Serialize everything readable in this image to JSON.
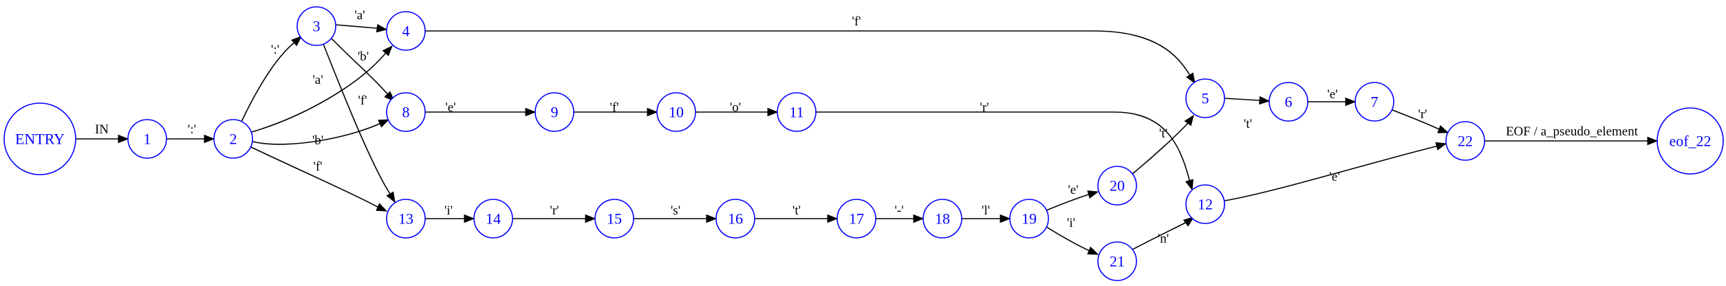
{
  "colors": {
    "node_stroke": "#0000ff",
    "node_text": "#0000ff",
    "edge": "#000000",
    "background": "#ffffff"
  },
  "nodes": [
    {
      "id": "ENTRY",
      "label": "ENTRY"
    },
    {
      "id": "n1",
      "label": "1"
    },
    {
      "id": "n2",
      "label": "2"
    },
    {
      "id": "n3",
      "label": "3"
    },
    {
      "id": "n4",
      "label": "4"
    },
    {
      "id": "n8",
      "label": "8"
    },
    {
      "id": "n13",
      "label": "13"
    },
    {
      "id": "n9",
      "label": "9"
    },
    {
      "id": "n10",
      "label": "10"
    },
    {
      "id": "n11",
      "label": "11"
    },
    {
      "id": "n14",
      "label": "14"
    },
    {
      "id": "n15",
      "label": "15"
    },
    {
      "id": "n16",
      "label": "16"
    },
    {
      "id": "n17",
      "label": "17"
    },
    {
      "id": "n18",
      "label": "18"
    },
    {
      "id": "n19",
      "label": "19"
    },
    {
      "id": "n20",
      "label": "20"
    },
    {
      "id": "n21",
      "label": "21"
    },
    {
      "id": "n5",
      "label": "5"
    },
    {
      "id": "n12",
      "label": "12"
    },
    {
      "id": "n6",
      "label": "6"
    },
    {
      "id": "n7",
      "label": "7"
    },
    {
      "id": "n22",
      "label": "22"
    },
    {
      "id": "eof_22",
      "label": "eof_22"
    }
  ],
  "edges": [
    {
      "from": "ENTRY",
      "to": "n1",
      "label": "IN"
    },
    {
      "from": "n1",
      "to": "n2",
      "label": "':'"
    },
    {
      "from": "n2",
      "to": "n3",
      "label": "':'"
    },
    {
      "from": "n2",
      "to": "n4",
      "label": "'a'"
    },
    {
      "from": "n2",
      "to": "n8",
      "label": "'b'"
    },
    {
      "from": "n2",
      "to": "n13",
      "label": "'f'"
    },
    {
      "from": "n3",
      "to": "n4",
      "label": "'a'"
    },
    {
      "from": "n3",
      "to": "n8",
      "label": "'b'"
    },
    {
      "from": "n3",
      "to": "n13",
      "label": "'f'"
    },
    {
      "from": "n4",
      "to": "n5",
      "label": "'f'"
    },
    {
      "from": "n8",
      "to": "n9",
      "label": "'e'"
    },
    {
      "from": "n9",
      "to": "n10",
      "label": "'f'"
    },
    {
      "from": "n10",
      "to": "n11",
      "label": "'o'"
    },
    {
      "from": "n11",
      "to": "n12",
      "label": "'r'"
    },
    {
      "from": "n13",
      "to": "n14",
      "label": "'i'"
    },
    {
      "from": "n14",
      "to": "n15",
      "label": "'r'"
    },
    {
      "from": "n15",
      "to": "n16",
      "label": "'s'"
    },
    {
      "from": "n16",
      "to": "n17",
      "label": "'t'"
    },
    {
      "from": "n17",
      "to": "n18",
      "label": "'-'"
    },
    {
      "from": "n18",
      "to": "n19",
      "label": "'l'"
    },
    {
      "from": "n19",
      "to": "n20",
      "label": "'e'"
    },
    {
      "from": "n19",
      "to": "n21",
      "label": "'i'"
    },
    {
      "from": "n20",
      "to": "n5",
      "label": "'t'"
    },
    {
      "from": "n21",
      "to": "n12",
      "label": "'n'"
    },
    {
      "from": "n5",
      "to": "n6",
      "label": "'t'"
    },
    {
      "from": "n6",
      "to": "n7",
      "label": "'e'"
    },
    {
      "from": "n7",
      "to": "n22",
      "label": "'r'"
    },
    {
      "from": "n12",
      "to": "n22",
      "label": "'e'"
    },
    {
      "from": "n22",
      "to": "eof_22",
      "label": "EOF / a_pseudo_element"
    }
  ]
}
